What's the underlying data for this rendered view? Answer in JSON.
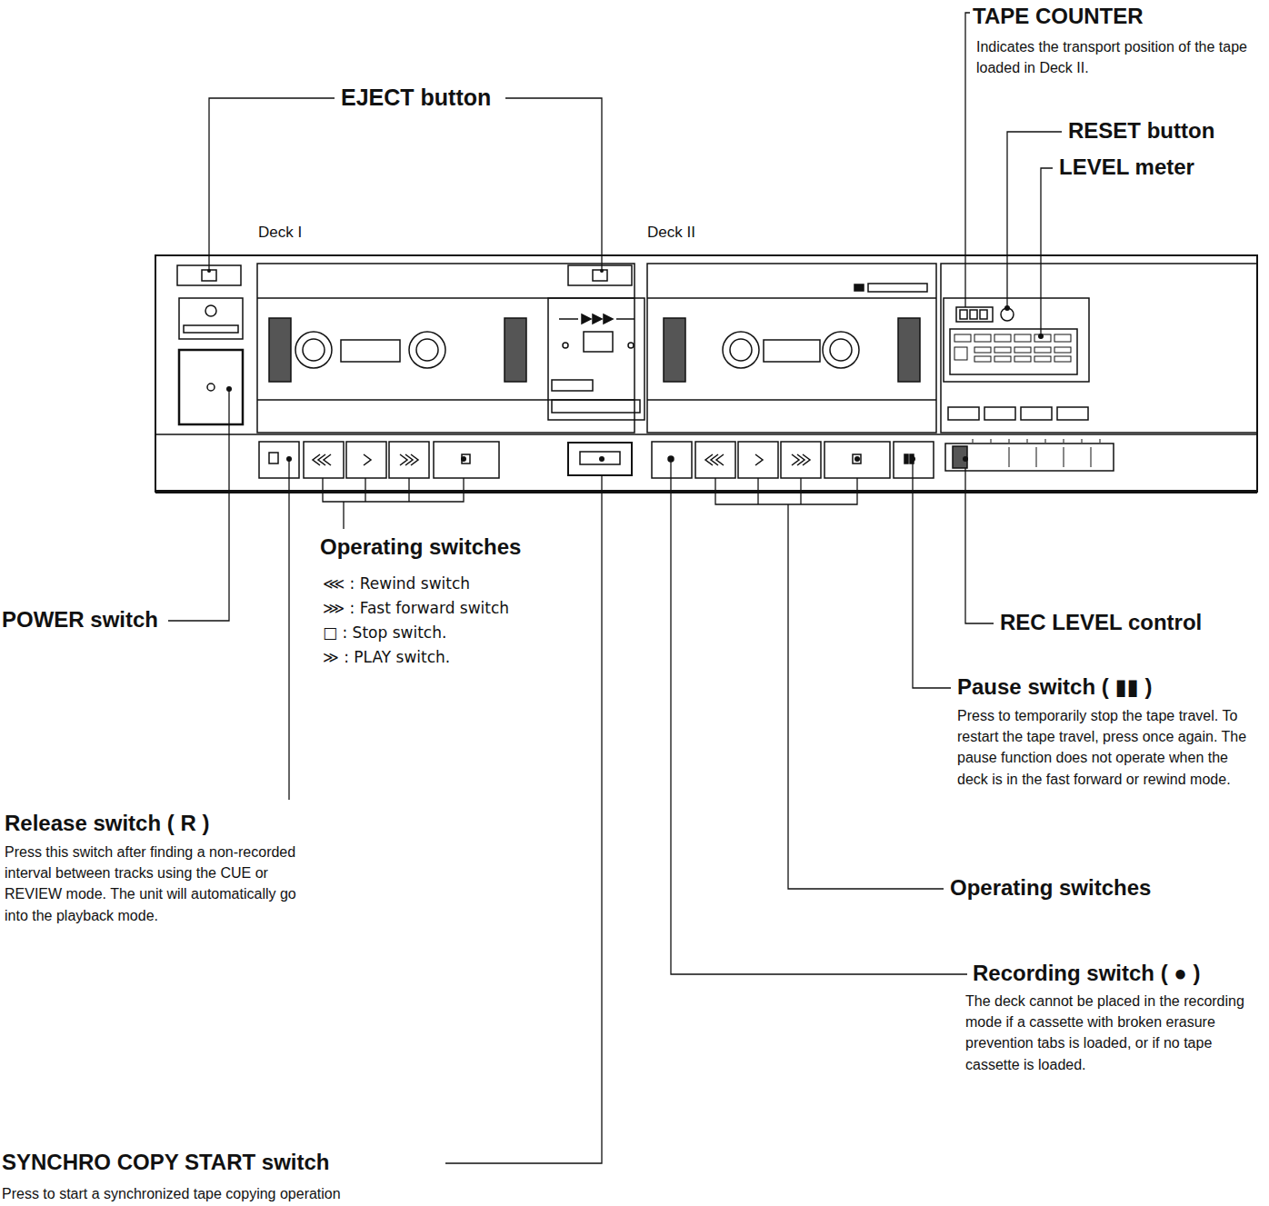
{
  "diagram": {
    "labels": [
      "TAPE COUNTER",
      "Indicates the transport position of the tape loaded in Deck II.",
      "EJECT button",
      "RESET button",
      "LEVEL meter",
      "Deck I",
      "Deck II",
      "Operating switches",
      "⋘ : Rewind switch",
      "⋙ : Fast forward switch",
      "□ : Stop switch.",
      "≫ : PLAY switch.",
      "POWER switch",
      "REC LEVEL control",
      "Pause switch ( ▮▮ )",
      "Press to temporarily stop the tape travel. To restart the tape travel, press once again. The pause function does not operate when the deck is in the fast forward or rewind mode.",
      "Release switch ( R )",
      "Press this switch after finding a non-recorded interval between tracks using the CUE or REVIEW mode. The unit will automatically go into the playback mode.",
      "Operating switches",
      "Recording switch ( ● )",
      "The deck cannot be placed in the recording mode if a cassette with broken erasure prevention tabs is loaded, or if no tape cassette is loaded.",
      "SYNCHRO COPY START switch",
      "Press to start a synchronized tape copying operation"
    ]
  }
}
